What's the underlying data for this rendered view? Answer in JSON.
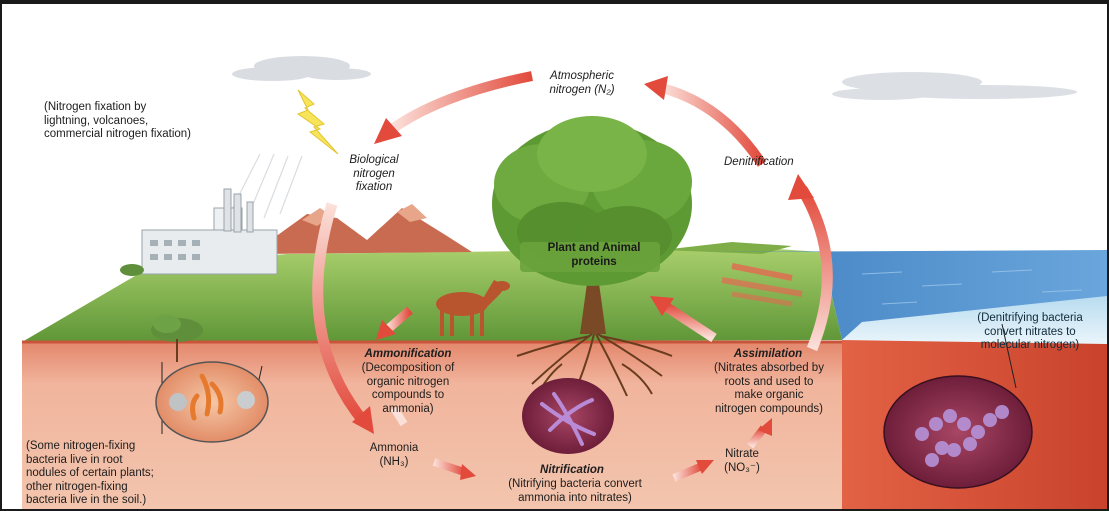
{
  "labels": {
    "atmospheric": "Atmospheric\nnitrogen (N₂)",
    "fixation_note": "(Nitrogen fixation by\nlightning, volcanoes,\ncommercial nitrogen fixation)",
    "biological_fixation": "Biological\nnitrogen\nfixation",
    "denitrification": "Denitrification",
    "plant_animal": "Plant and Animal\nproteins",
    "denitrifying_note": "(Denitrifying bacteria\nconvert nitrates to\nmolecular nitrogen)",
    "ammonification_title": "Ammonification",
    "ammonification_desc": "(Decomposition of\norganic nitrogen\ncompounds to\nammonia)",
    "assimilation_title": "Assimilation",
    "assimilation_desc": "(Nitrates absorbed by\nroots and used to\nmake organic\nnitrogen compounds)",
    "nodule_note": "(Some nitrogen-fixing\nbacteria live in root\nnodules of certain plants;\nother nitrogen-fixing\nbacteria live in the soil.)",
    "ammonia": "Ammonia\n(NH₃)",
    "nitrate": "Nitrate\n(NO₃⁻)",
    "nitrification_title": "Nitrification",
    "nitrification_desc": "(Nitrifying bacteria convert\nammonia into nitrates)"
  },
  "colors": {
    "sky": "#ffffff",
    "grass": "#7fb04a",
    "soil": "#e9a184",
    "soil_edge": "#d4563a",
    "water": "#4a86c4",
    "arrow": "#e8584b",
    "arrow_light": "#fbd3cb",
    "foliage": "#5f9e34",
    "trunk": "#7a4a26",
    "mountain": "#c9694d",
    "bacteria_disc": "#8a2c4c"
  }
}
